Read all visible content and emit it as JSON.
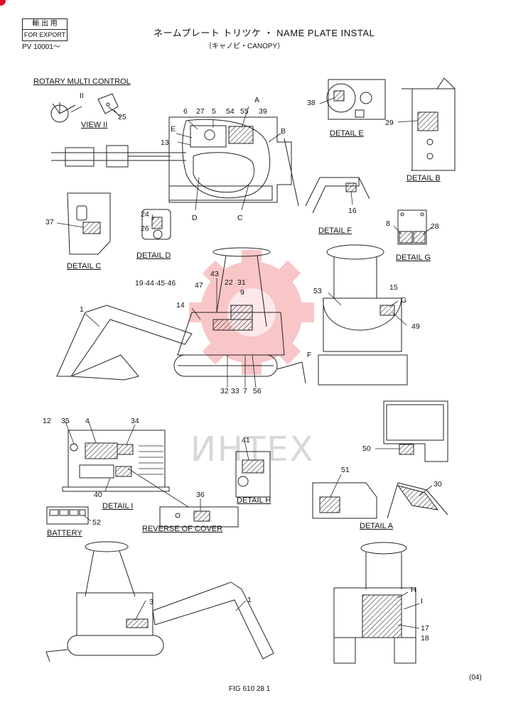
{
  "header": {
    "export_jp": "輸 出 用",
    "export_en": "FOR EXPORT",
    "serial": "PV 10001～",
    "title": "ネームプレート トリツケ ・ NAME PLATE INSTAL",
    "subtitle": "（キャノピ・CANOPY）"
  },
  "watermark": {
    "text": "ИНТЕХ",
    "color": "#e8202a"
  },
  "captions": {
    "rotary": "ROTARY MULTI CONTROL",
    "view2": "VIEW II",
    "detail_e": "DETAIL E",
    "detail_b": "DETAIL B",
    "detail_f": "DETAIL F",
    "detail_g": "DETAIL G",
    "detail_c": "DETAIL C",
    "detail_d": "DETAIL D",
    "detail_i": "DETAIL I",
    "detail_h": "DETAIL H",
    "detail_a": "DETAIL A",
    "battery": "BATTERY",
    "reverse": "REVERSE OF COVER"
  },
  "callouts": {
    "c_II": "II",
    "c_25": "25",
    "c_6": "6",
    "c_27": "27",
    "c_5": "5",
    "c_54": "54",
    "c_55": "55",
    "c_A": "A",
    "c_39": "39",
    "c_E": "E",
    "c_B": "B",
    "c_13": "13",
    "c_D": "D",
    "c_C": "C",
    "c_38": "38",
    "c_29": "29",
    "c_16": "16",
    "c_8": "8",
    "c_28": "28",
    "c_37": "37",
    "c_24": "24",
    "c_26": "26",
    "c_1944": "19·44·45·46",
    "c_43": "43",
    "c_47": "47",
    "c_22": "22",
    "c_31": "31",
    "c_9": "9",
    "c_14": "14",
    "c_1a": "1",
    "c_32": "32",
    "c_33": "33",
    "c_7": "7",
    "c_56": "56",
    "c_53": "53",
    "c_15": "15",
    "c_G": "G",
    "c_49": "49",
    "c_F": "F",
    "c_12": "12",
    "c_35": "35",
    "c_4": "4",
    "c_34": "34",
    "c_40": "40",
    "c_36": "36",
    "c_52": "52",
    "c_41": "41",
    "c_50": "50",
    "c_51": "51",
    "c_30": "30",
    "c_3": "3",
    "c_1b": "1",
    "c_H": "H",
    "c_I": "I",
    "c_17": "17",
    "c_18": "18"
  },
  "footer": {
    "page_code": "(04)",
    "fig": "FIG 610 28 1"
  }
}
